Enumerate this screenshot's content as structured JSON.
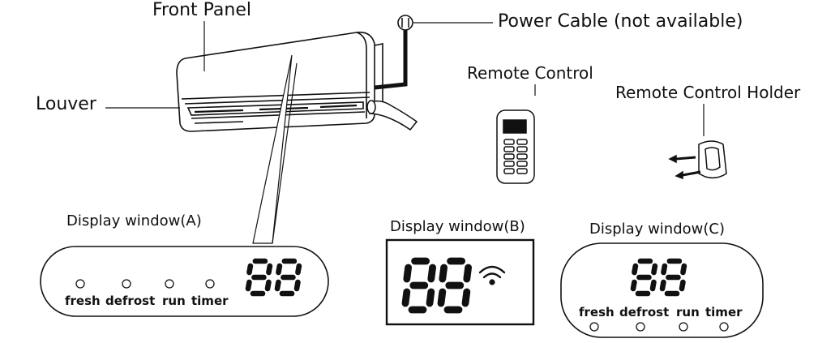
{
  "labels": {
    "front_panel": "Front Panel",
    "power_cable": "Power Cable (not available)",
    "louver": "Louver",
    "remote_control": "Remote Control",
    "remote_holder": "Remote Control Holder"
  },
  "windows": {
    "a": {
      "title": "Display window(A)",
      "digits": "88",
      "indicators": [
        "fresh",
        "defrost",
        "run",
        "timer"
      ]
    },
    "b": {
      "title": "Display window(B)",
      "digits": "88",
      "wifi_icon": "wifi-icon"
    },
    "c": {
      "title": "Display window(C)",
      "digits": "88",
      "indicators": [
        "fresh",
        "defrost",
        "run",
        "timer"
      ]
    }
  }
}
